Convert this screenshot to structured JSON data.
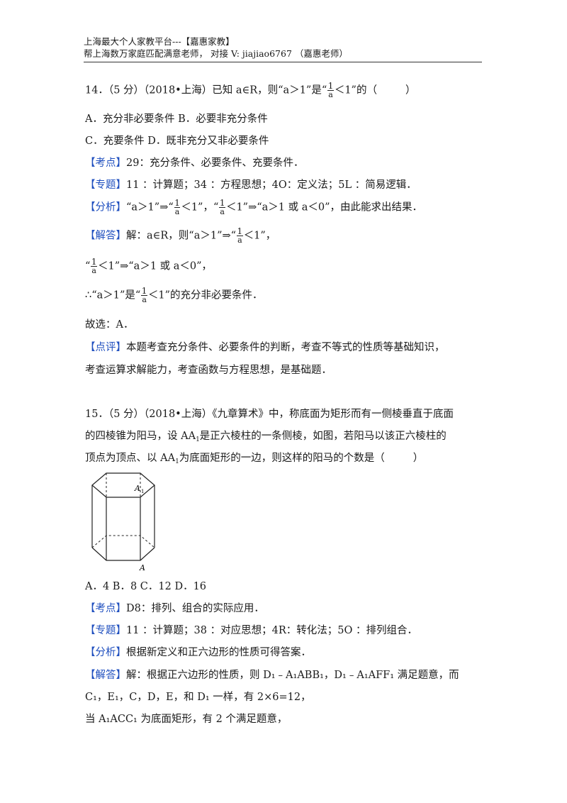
{
  "header": {
    "line1": "上海最大个人家教平台---【嘉惠家教】",
    "line2": "帮上海数万家庭匹配满意老师， 对接 V: jiajiao6767 （嘉惠老师）"
  },
  "q14": {
    "stem_a": "14．（5 分）（2018•上海）已知 a∈R，则“a＞1”是“",
    "stem_b": "＜1”的（",
    "stem_c": "）",
    "frac_num": "1",
    "frac_den": "a",
    "opt_line1": "A．充分非必要条件 B．必要非充分条件",
    "opt_line2": "C．充要条件    D．既非充分又非必要条件",
    "kd_tag": "【考点】",
    "kd": "29：充分条件、必要条件、充要条件．",
    "zt_tag": "【专题】",
    "zt": "11 ：计算题；34 ：方程思想；4O：定义法；5L ：简易逻辑．",
    "fx_tag": "【分析】",
    "fx_a": "“a＞1”⇒“",
    "fx_b": "＜1”，“",
    "fx_c": "＜1”⇒“a＞1 或 a＜0”，由此能求出结果．",
    "jd_tag": "【解答】",
    "jd1_a": "解：a∈R，则“a＞1”⇒“",
    "jd1_b": "＜1”，",
    "jd2_a": "“",
    "jd2_b": "＜1”⇒“a＞1 或 a＜0”，",
    "jd3_a": "∴“a＞1”是“",
    "jd3_b": "＜1”的充分非必要条件．",
    "choose": "故选：A．",
    "dp_tag": "【点评】",
    "dp1": "本题考查充分条件、必要条件的判断，考查不等式的性质等基础知识，",
    "dp2": "考查运算求解能力，考查函数与方程思想，是基础题．"
  },
  "q15": {
    "line1": "15．（5 分）（2018•上海）《九章算术》中，称底面为矩形而有一侧棱垂直于底面",
    "line2_a": "的四棱锥为阳马，设 AA",
    "line2_sub": "1",
    "line2_b": "是正六棱柱的一条侧棱，如图，若阳马以该正六棱柱的",
    "line3_a": "顶点为顶点、以 AA",
    "line3_sub": "1",
    "line3_b": "为底面矩形的一边，则这样的阳马的个数是（",
    "line3_c": "）",
    "fig_label_a1": "A",
    "fig_label_a1_sub": "1",
    "fig_label_a": "A",
    "options": "A．4   B．8   C．12   D．16",
    "kd_tag": "【考点】",
    "kd": "D8：排列、组合的实际应用．",
    "zt_tag": "【专题】",
    "zt": "11 ：计算题；38 ：对应思想；4R：转化法；5O ：排列组合．",
    "fx_tag": "【分析】",
    "fx": "根据新定义和正六边形的性质可得答案．",
    "jd_tag": "【解答】",
    "jd1": "解：根据正六边形的性质，则 D₁﹣A₁ABB₁，D₁﹣A₁AFF₁ 满足题意，而",
    "jd2": "C₁，E₁，C，D，E，和 D₁ 一样，有 2×6=12，",
    "jd3": "当 A₁ACC₁ 为底面矩形，有 2 个满足题意，"
  }
}
